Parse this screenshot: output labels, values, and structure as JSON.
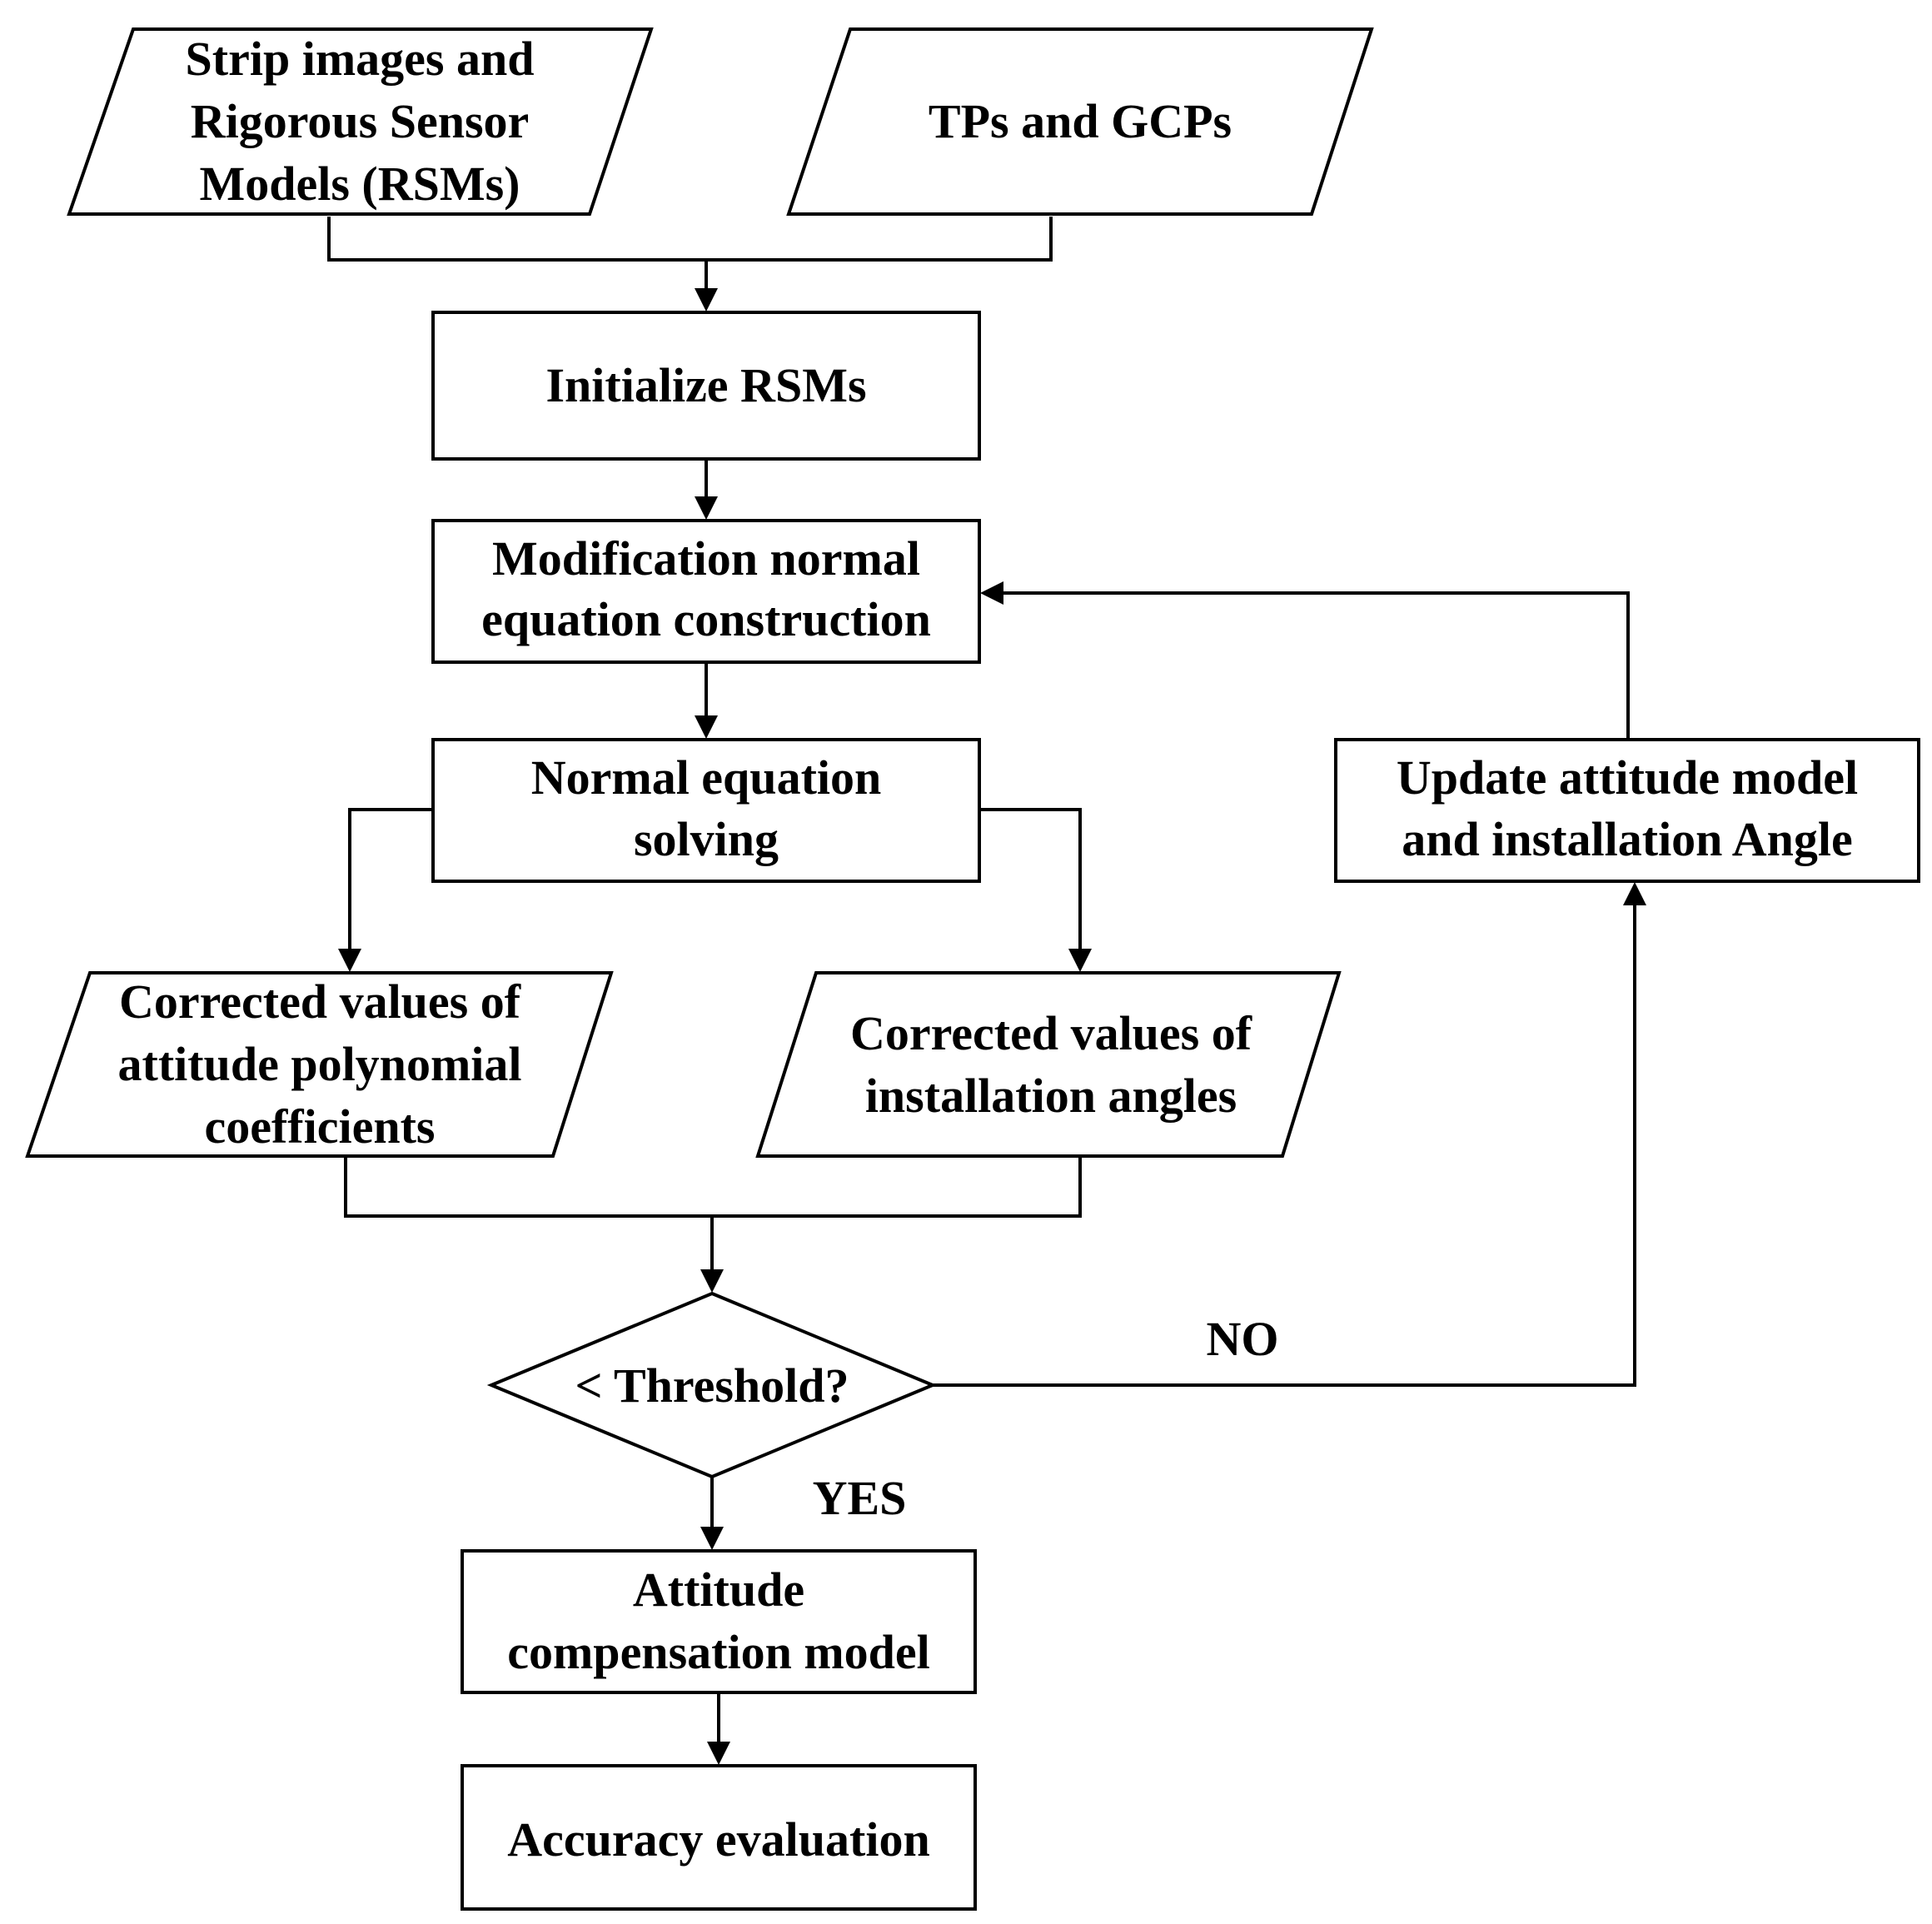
{
  "nodes": {
    "strip_images": {
      "lines": [
        "Strip images and",
        "Rigorous Sensor",
        "Models (RSMs)"
      ]
    },
    "tps_gcps": {
      "lines": [
        "TPs and GCPs"
      ]
    },
    "initialize": {
      "lines": [
        "Initialize RSMs"
      ]
    },
    "modification": {
      "lines": [
        "Modification normal",
        "equation construction"
      ]
    },
    "normal_solving": {
      "lines": [
        "Normal equation",
        "solving"
      ]
    },
    "corrected_attitude": {
      "lines": [
        "Corrected values of",
        "attitude polynomial",
        "coefficients"
      ]
    },
    "corrected_installation": {
      "lines": [
        "Corrected values of",
        "installation angles"
      ]
    },
    "threshold": {
      "lines": [
        "< Threshold?"
      ]
    },
    "update": {
      "lines": [
        "Update attitude model",
        "and installation Angle"
      ]
    },
    "attitude_model": {
      "lines": [
        "Attitude",
        "compensation model"
      ]
    },
    "accuracy": {
      "lines": [
        "Accuracy evaluation"
      ]
    }
  },
  "branch_labels": {
    "no": "NO",
    "yes": "YES"
  }
}
